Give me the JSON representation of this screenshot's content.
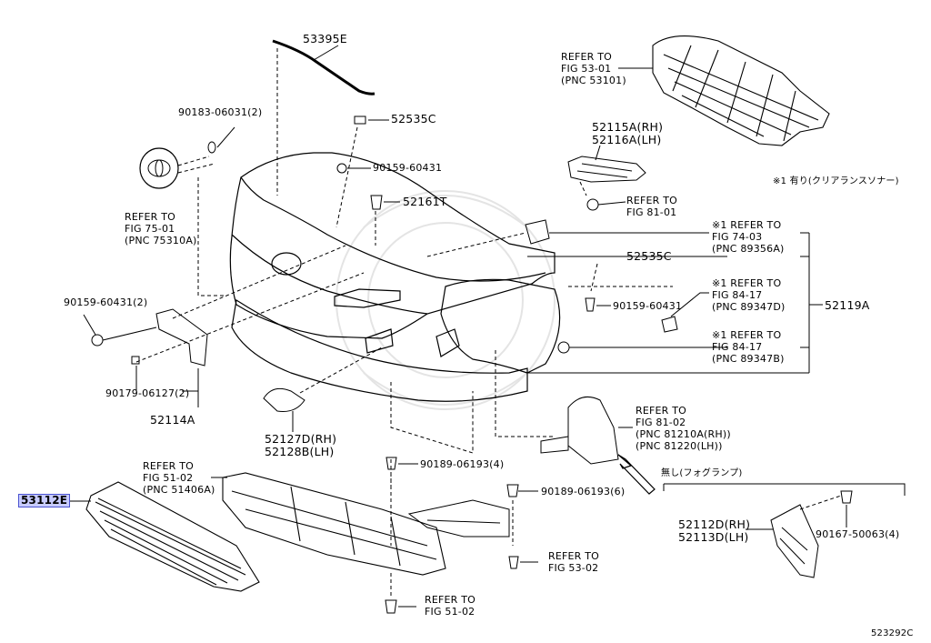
{
  "diagram": {
    "labels": {
      "p53395E": "53395E",
      "p90183": "90183-06031(2)",
      "p52535C_top": "52535C",
      "p90159_top": "90159-60431",
      "p52161T": "52161T",
      "ref75": "REFER TO\nFIG 75-01\n(PNC 75310A)",
      "ref53_01": "REFER TO\nFIG 53-01\n(PNC 53101)",
      "p52115A": "52115A(RH)\n52116A(LH)",
      "ref81_01": "REFER TO\nFIG 81-01",
      "note1": "※1 有り(クリアランスソナー)",
      "ref74": "※1 REFER TO\nFIG 74-03\n(PNC 89356A)",
      "p52535C_mid": "52535C",
      "ref84_D": "※1 REFER TO\nFIG 84-17\n(PNC 89347D)",
      "p90159_mid": "90159-60431",
      "p52119A": "52119A",
      "ref84_B": "※1 REFER TO\nFIG 84-17\n(PNC 89347B)",
      "p90159_2": "90159-60431(2)",
      "p90179": "90179-06127(2)",
      "p52114A": "52114A",
      "p52127D": "52127D(RH)\n52128B(LH)",
      "ref81_02": "REFER TO\nFIG 81-02\n(PNC 81210A(RH))\n(PNC 81220(LH))",
      "ref51_02a": "REFER TO\nFIG 51-02\n(PNC 51406A)",
      "p53112E": "53112E",
      "p90189_4": "90189-06193(4)",
      "p90189_6": "90189-06193(6)",
      "no_fog": "無し(フォグランプ)",
      "p52112D": "52112D(RH)\n52113D(LH)",
      "p90167": "90167-50063(4)",
      "ref53_02": "REFER TO\nFIG 53-02",
      "ref51_02b": "REFER TO\nFIG 51-02",
      "fig_id": "523292C"
    },
    "highlight_color": "#c8ccff"
  }
}
